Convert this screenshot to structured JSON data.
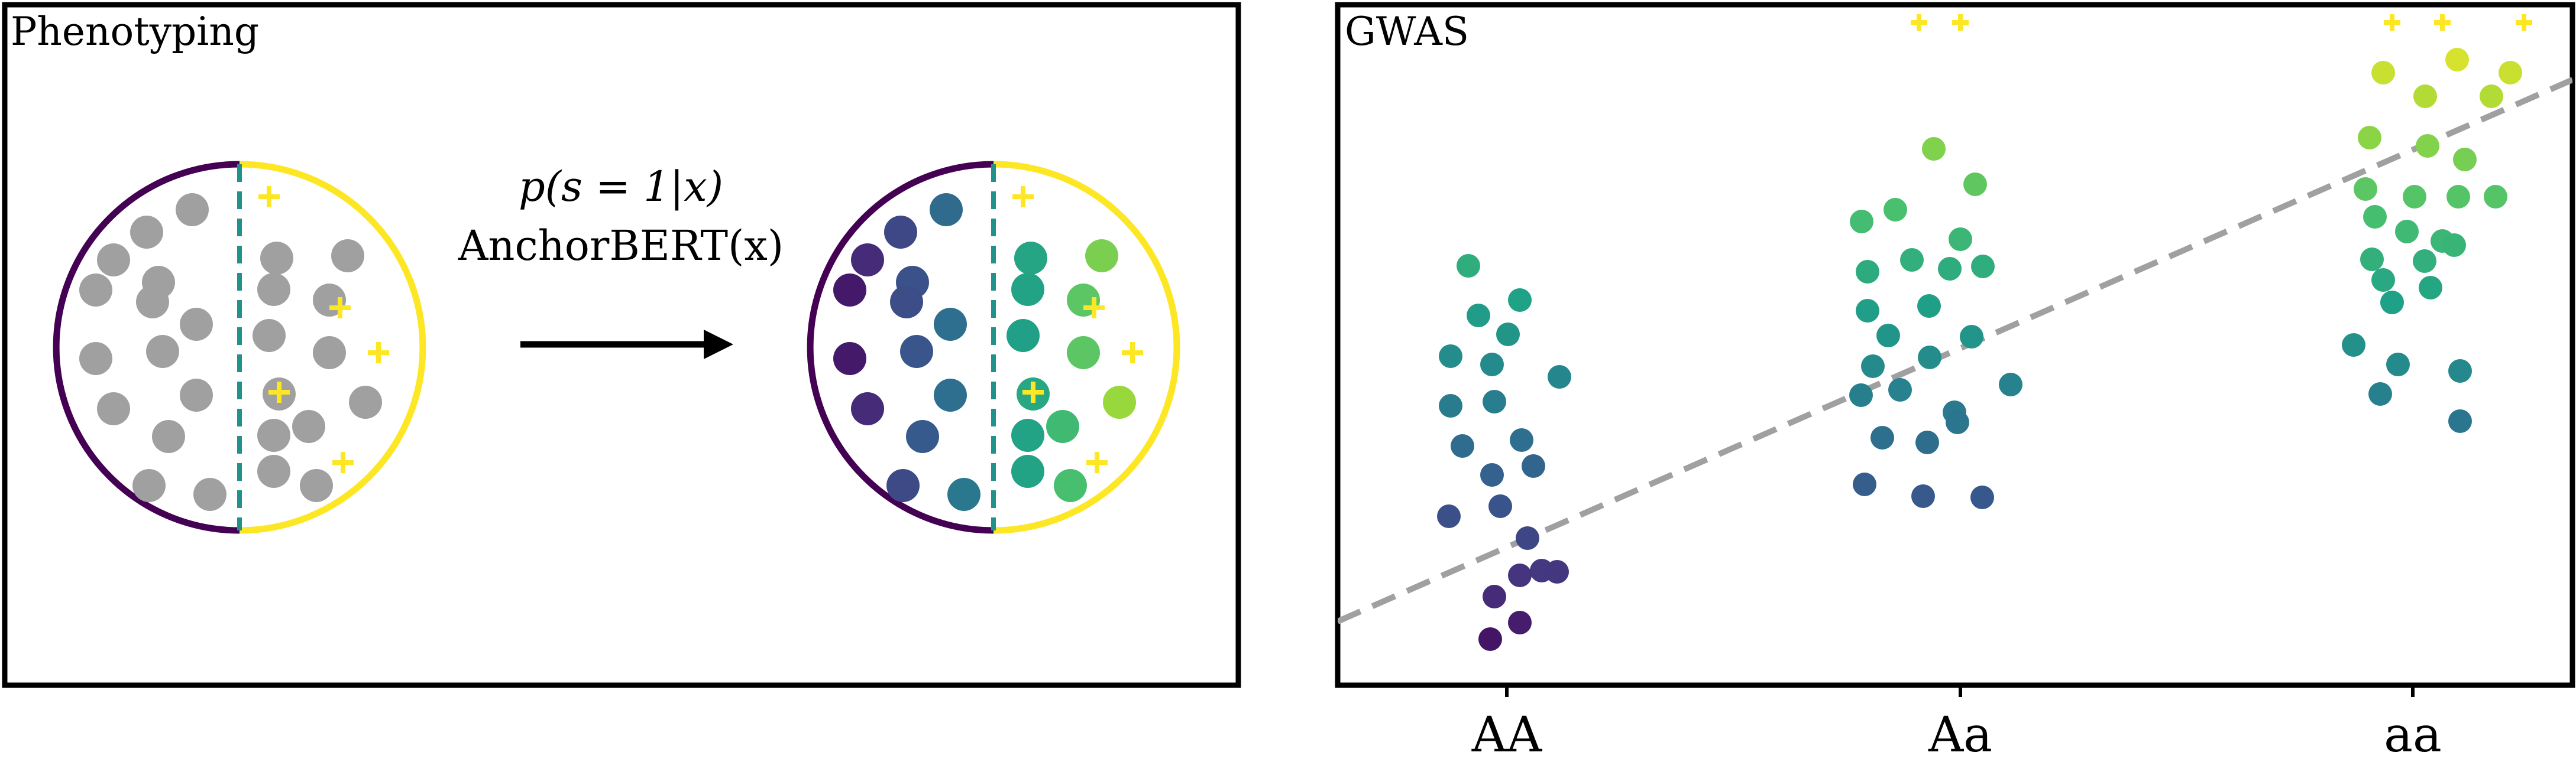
{
  "colors": {
    "frame": "#000000",
    "purple": "#440154",
    "yellow": "#fde725",
    "teal": "#21918c",
    "gray": "#a0a0a0",
    "regression": "#a0a0a0"
  },
  "phenotyping": {
    "title": "Phenotyping",
    "formula_line1": "p(s = 1|x)",
    "formula_line2": "AnchorBERT(x)",
    "arrow": "right-arrow"
  },
  "gwas": {
    "title": "GWAS",
    "genotypes": [
      "AA",
      "Aa",
      "aa"
    ]
  }
}
